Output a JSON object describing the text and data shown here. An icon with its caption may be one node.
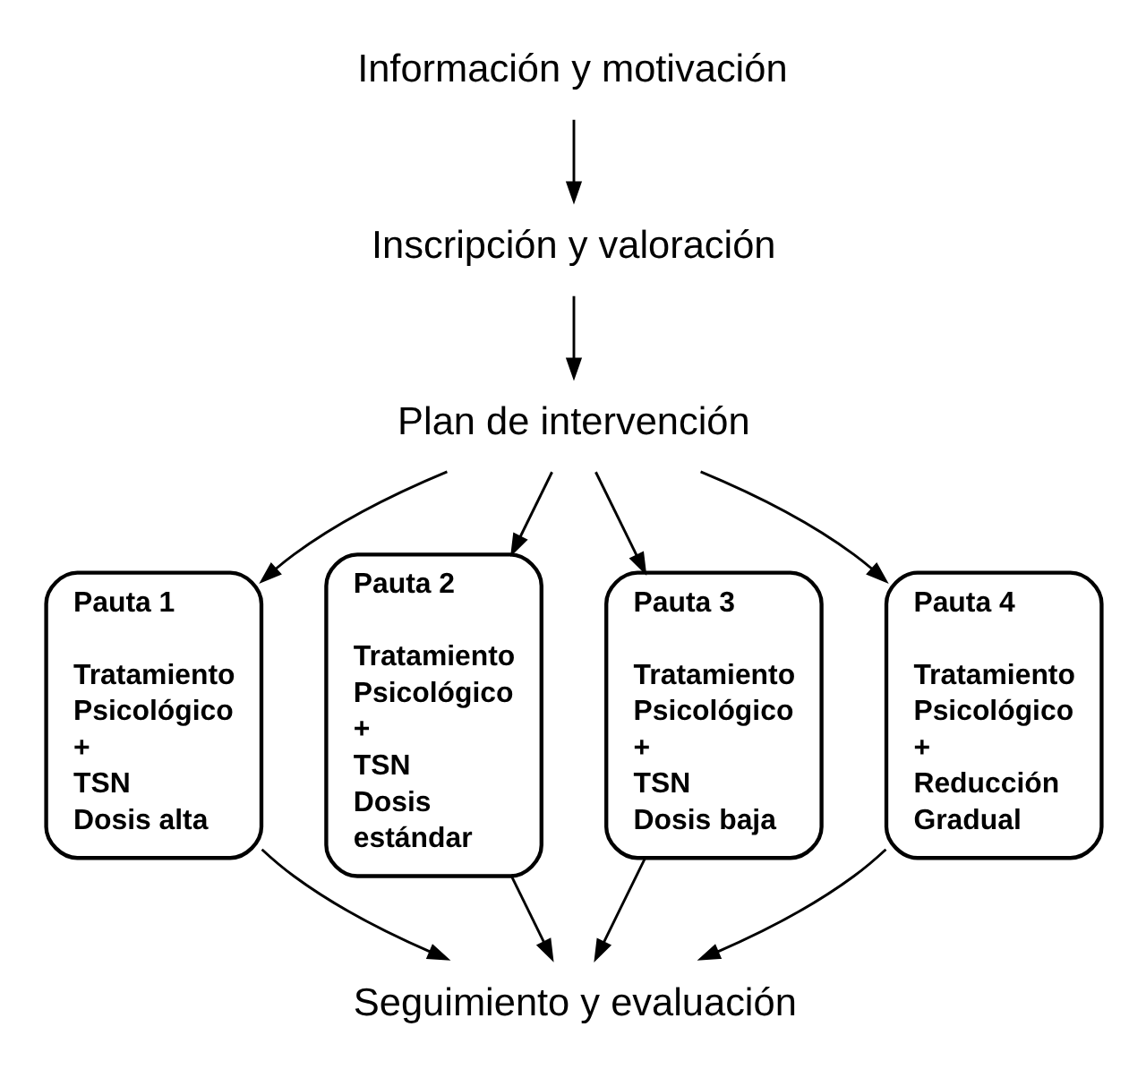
{
  "diagram": {
    "nodes": [
      {
        "text": [
          "Información y motivación"
        ]
      },
      {
        "text": [
          "Inscripción y valoración"
        ]
      },
      {
        "text": [
          "Plan de intervención"
        ]
      },
      {
        "text": [
          "Pauta 1",
          "Tratamiento Psicológico",
          "+",
          "TSN",
          "Dosis alta"
        ]
      },
      {
        "text": [
          "Pauta 2",
          "Tratamiento Psicológico",
          "+",
          "TSN",
          "Dosis estándar"
        ]
      },
      {
        "text": [
          "Pauta 3",
          "Tratamiento Psicológico",
          "+",
          "TSN",
          "Dosis baja"
        ]
      },
      {
        "text": [
          "Pauta 4",
          "Tratamiento Psicológico",
          "+",
          "Reducción Gradual"
        ]
      },
      {
        "text": [
          "Seguimiento y evaluación"
        ]
      }
    ],
    "edges": [
      {
        "from": 0,
        "to": 1,
        "arrow": "to"
      },
      {
        "from": 1,
        "to": 2,
        "arrow": "to"
      },
      {
        "from": 2,
        "to": 3,
        "arrow": "to"
      },
      {
        "from": 2,
        "to": 4,
        "arrow": "to"
      },
      {
        "from": 2,
        "to": 5,
        "arrow": "to"
      },
      {
        "from": 2,
        "to": 6,
        "arrow": "to"
      },
      {
        "from": 3,
        "to": 7,
        "arrow": "to"
      },
      {
        "from": 4,
        "to": 7,
        "arrow": "to"
      },
      {
        "from": 5,
        "to": 7,
        "arrow": "to"
      },
      {
        "from": 6,
        "to": 7,
        "arrow": "to"
      }
    ]
  }
}
